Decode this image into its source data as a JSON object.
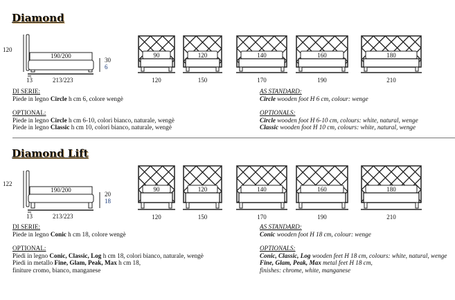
{
  "sections": [
    {
      "title": "Diamond",
      "height_label": "120",
      "mattress_label": "190/200",
      "side_dims": [
        "30",
        "6"
      ],
      "depth_labels": [
        "13",
        "213/223"
      ],
      "front_views": [
        {
          "mattress": "90",
          "width": "120"
        },
        {
          "mattress": "120",
          "width": "150"
        },
        {
          "mattress": "140",
          "width": "170"
        },
        {
          "mattress": "160",
          "width": "190"
        },
        {
          "mattress": "180",
          "width": "210"
        }
      ],
      "it": {
        "std_h": "DI SERIE:",
        "std": [
          {
            "b": "",
            "t": "Piede in legno ",
            "b2": "Circle",
            "t2": " h cm 6, colore wengè"
          }
        ],
        "opt_h": "OPTIONAL:",
        "opt": [
          {
            "t": "Piede in legno ",
            "b2": "Circle",
            "t2": " h cm 6-10, colori bianco, naturale, wengè"
          },
          {
            "t": "Piede in legno ",
            "b2": "Classic",
            "t2": " h cm 10, colori bianco, naturale, wengè"
          }
        ]
      },
      "en": {
        "std_h": "AS STANDARD:",
        "std": [
          {
            "t": "",
            "b2": "Circle",
            "t2": " wooden foot H 6 cm, colour: wenge"
          }
        ],
        "opt_h": "OPTIONALS:",
        "opt": [
          {
            "t": "",
            "b2": "Circle",
            "t2": " wooden foot H 6-10 cm, colours: white, natural, wenge"
          },
          {
            "t": "",
            "b2": "Classic",
            "t2": " wooden foot H 10 cm, colours: white, natural, wenge"
          }
        ]
      }
    },
    {
      "title": "Diamond Lift",
      "height_label": "122",
      "mattress_label": "190/200",
      "side_dims": [
        "20",
        "18"
      ],
      "depth_labels": [
        "13",
        "213/223"
      ],
      "front_views": [
        {
          "mattress": "90",
          "width": "120"
        },
        {
          "mattress": "120",
          "width": "150"
        },
        {
          "mattress": "140",
          "width": "170"
        },
        {
          "mattress": "160",
          "width": "190"
        },
        {
          "mattress": "180",
          "width": "210"
        }
      ],
      "it": {
        "std_h": "DI SERIE:",
        "std": [
          {
            "t": "Piede in legno ",
            "b2": "Conic",
            "t2": " h cm 18, colore wengè"
          }
        ],
        "opt_h": "OPTIONAL:",
        "opt": [
          {
            "t": "Piedi in legno ",
            "b2": "Conic, Classic, Log",
            "t2": " h cm 18, colori bianco, naturale, wengè"
          },
          {
            "t": "Piedi in metallo ",
            "b2": "Fine, Glam, Peak, Max",
            "t2": " h cm 18,"
          },
          {
            "t": "finiture cromo, bianco, manganese",
            "b2": "",
            "t2": ""
          }
        ]
      },
      "en": {
        "std_h": "AS STANDARD:",
        "std": [
          {
            "t": "",
            "b2": "Conic",
            "t2": " wooden foot H 18 cm, colour: wenge"
          }
        ],
        "opt_h": "OPTIONALS:",
        "opt": [
          {
            "t": "",
            "b2": "Conic, Classic, Log",
            "t2": " wooden feet H 18 cm, colours: white, natural, wenge"
          },
          {
            "t": "",
            "b2": "Fine, Glam, Peak, Max",
            "t2": " metal feet H 18 cm,"
          },
          {
            "t": "finishes: chrome, white, manganese",
            "b2": "",
            "t2": ""
          }
        ]
      }
    }
  ]
}
